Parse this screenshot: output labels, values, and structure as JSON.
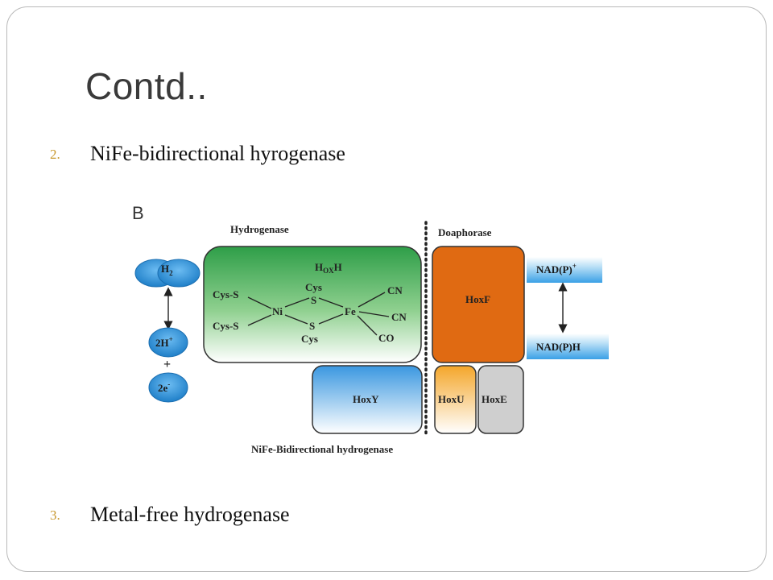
{
  "slide": {
    "title": "Contd..",
    "items": [
      {
        "number": "2.",
        "text": "NiFe-bidirectional hyrogenase"
      },
      {
        "number": "3.",
        "text": "Metal-free hydrogenase"
      }
    ]
  },
  "figure": {
    "panel_letter": "B",
    "section_hydrogenase": "Hydrogenase",
    "section_diaphorase": "Doaphorase",
    "caption": "NiFe-Bidirectional hydrogenase",
    "active_site": {
      "label_h": "H",
      "label_sub": "OX",
      "label_h2": "H",
      "cys_s_top": "Cys-S",
      "cys_s_bottom": "Cys-S",
      "ni": "Ni",
      "fe": "Fe",
      "cys_top": "Cys",
      "s_top": "S",
      "s_bottom": "S",
      "cys_bottom": "Cys",
      "cn_1": "CN",
      "cn_2": "CN",
      "co": "CO"
    },
    "subunits": {
      "hoxf": "HoxF",
      "hoxy": "HoxY",
      "hoxu": "HoxU",
      "hoxe": "HoxE"
    },
    "left_side": {
      "h2": "H",
      "h2_sub": "2",
      "protons": "2H",
      "protons_sup": "+",
      "plus": "+",
      "electrons": "2e",
      "electrons_sup": "-"
    },
    "right_side": {
      "nadp_plus": "NAD(P)",
      "nadp_plus_sup": "+",
      "nadph": "NAD(P)H"
    },
    "colors": {
      "hydrogenase_green": "#2e9e48",
      "hoxf_orange": "#e06a12",
      "hoxy_blue": "#3a97e0",
      "hoxu_orange": "#f4a62a",
      "hoxe_gray": "#cfcfcf",
      "ellipse_blue": "#2b8fd6",
      "nad_box_blue": "#3aa0e6",
      "number_gold": "#c7972c"
    }
  }
}
